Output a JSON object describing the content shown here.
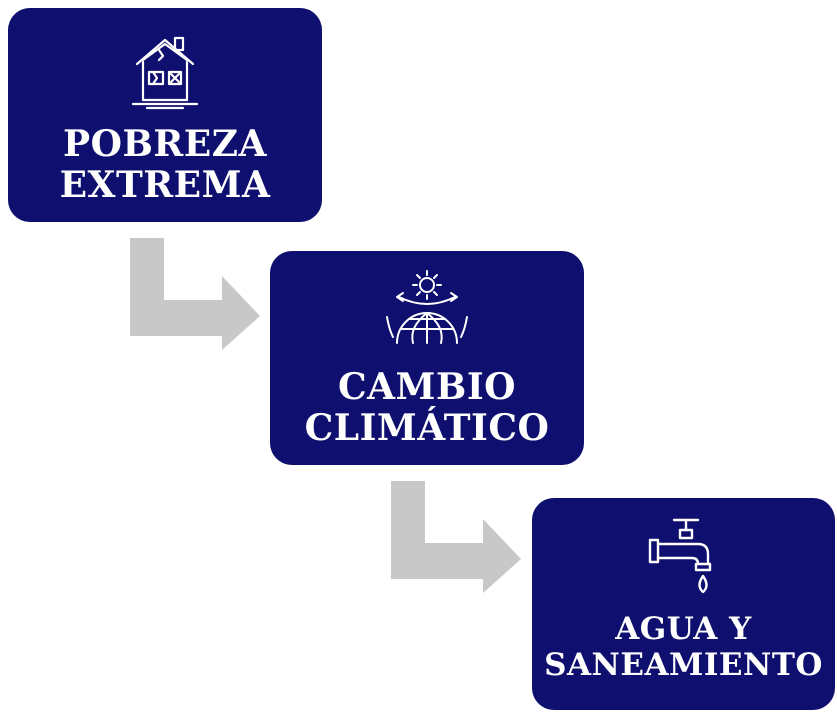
{
  "colors": {
    "box_fill": "#0e0f6e",
    "box_text": "#ffffff",
    "arrow_fill": "#c8c8c8"
  },
  "steps": [
    {
      "icon": "broken-house-icon",
      "line1": "POBREZA",
      "line2": "EXTREMA"
    },
    {
      "icon": "climate-globe-sun-icon",
      "line1": "CAMBIO",
      "line2": "CLIMÁTICO"
    },
    {
      "icon": "dripping-faucet-icon",
      "line1": "AGUA Y",
      "line2": "SANEAMIENTO"
    }
  ],
  "connectors": [
    {
      "icon": "elbow-arrow-right-icon"
    },
    {
      "icon": "elbow-arrow-right-icon"
    }
  ]
}
